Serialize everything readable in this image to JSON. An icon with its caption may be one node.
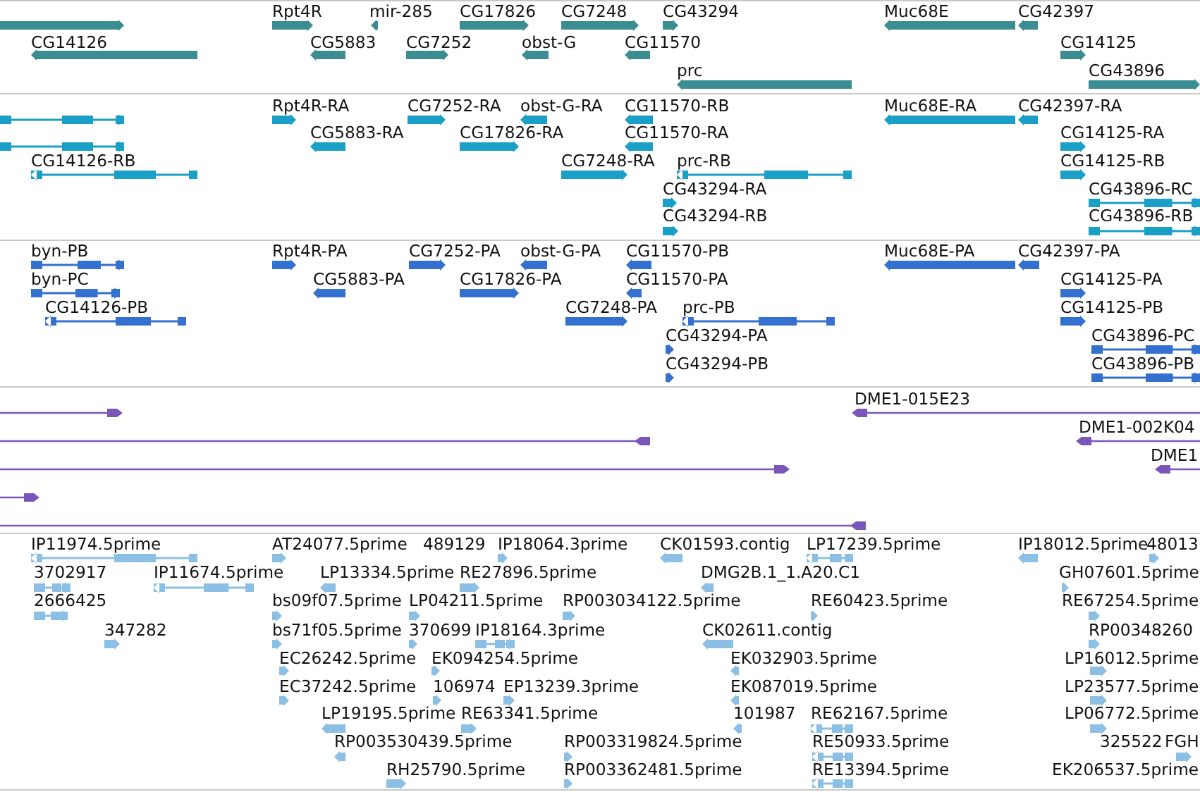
{
  "diagram": {
    "labels": [
      "Rpt4R",
      "mir-285",
      "CG17826",
      "CG7248",
      "CG43294",
      "Muc68E",
      "CG42397",
      "CG14126",
      "CG5883",
      "CG7252",
      "obst-G",
      "CG11570",
      "CG14125",
      "prc",
      "CG43896",
      "Rpt4R-RA",
      "CG7252-RA",
      "obst-G-RA",
      "CG11570-RB",
      "Muc68E-RA",
      "CG42397-RA",
      "CG5883-RA",
      "CG17826-RA",
      "CG11570-RA",
      "CG14125-RA",
      "CG14126-RB",
      "CG7248-RA",
      "prc-RB",
      "CG14125-RB",
      "CG43294-RA",
      "CG43896-RC",
      "CG43294-RB",
      "CG43896-RB",
      "byn-PB",
      "Rpt4R-PA",
      "CG7252-PA",
      "obst-G-PA",
      "CG11570-PB",
      "Muc68E-PA",
      "CG42397-PA",
      "byn-PC",
      "CG5883-PA",
      "CG17826-PA",
      "CG11570-PA",
      "CG14125-PA",
      "CG14126-PB",
      "CG7248-PA",
      "prc-PB",
      "CG14125-PB",
      "CG43294-PA",
      "CG43896-PC",
      "CG43294-PB",
      "CG43896-PB",
      "DME1-015E23",
      "DME1-002K04",
      "DME1",
      "IP11974.5prime",
      "AT24077.5prime",
      "489129",
      "IP18064.3prime",
      "CK01593.contig",
      "LP17239.5prime",
      "IP18012.5prime",
      "48013",
      "3702917",
      "IP11674.5prime",
      "LP13334.5prime",
      "RE27896.5prime",
      "DMG2B.1_1.A20.C1",
      "GH07601.5prime",
      "2666425",
      "bs09f07.5prime",
      "LP04211.5prime",
      "RP003034122.5prime",
      "RE60423.5prime",
      "RE67254.5prime",
      "347282",
      "bs71f05.5prime",
      "370699",
      "IP18164.3prime",
      "CK02611.contig",
      "RP00348260",
      "EC26242.5prime",
      "EK094254.5prime",
      "EK032903.5prime",
      "LP16012.5prime",
      "EC37242.5prime",
      "106974",
      "EP13239.3prime",
      "EK087019.5prime",
      "LP23577.5prime",
      "LP19195.5prime",
      "RE63341.5prime",
      "101987",
      "RE62167.5prime",
      "LP06772.5prime",
      "RP003530439.5prime",
      "RP003319824.5prime",
      "RE50933.5prime",
      "325522",
      "FGH",
      "RH25790.5prime",
      "RP003362481.5prime",
      "RE13394.5prime",
      "EK206537.5prime"
    ]
  }
}
